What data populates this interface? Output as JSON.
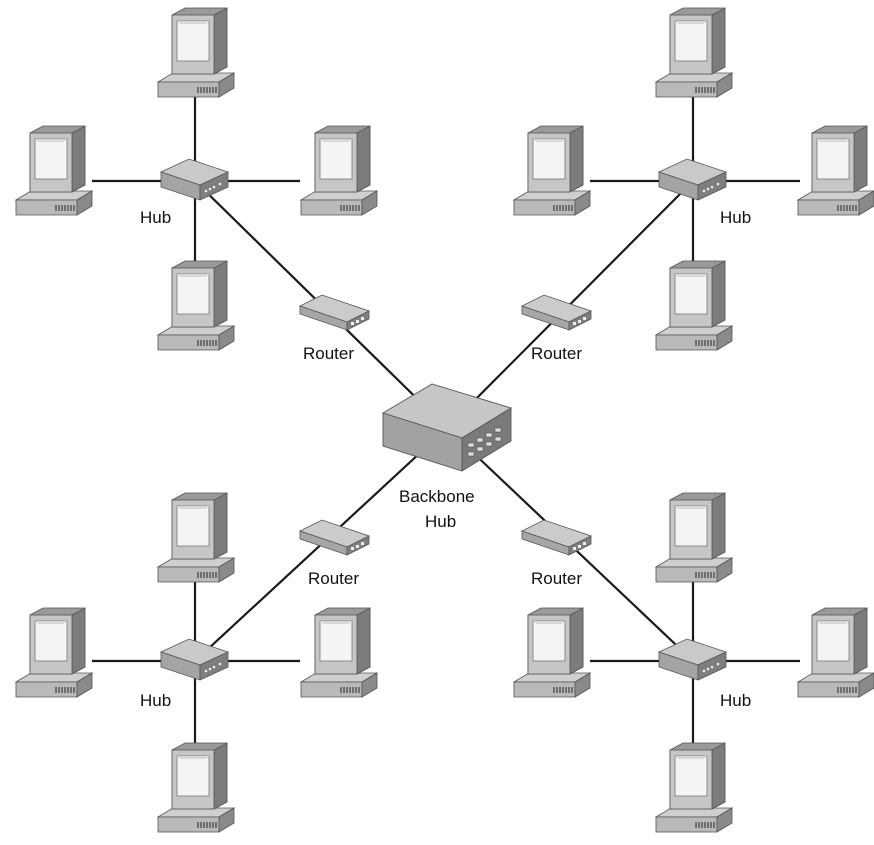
{
  "labels": {
    "hub": "Hub",
    "router": "Router",
    "backbone_line1": "Backbone",
    "backbone_line2": "Hub"
  },
  "colors": {
    "device_light": "#cfcfcf",
    "device_mid": "#a9a9a9",
    "device_dark": "#6f6f6f",
    "screen": "#f4f4f4",
    "line": "#1a1a1a"
  }
}
